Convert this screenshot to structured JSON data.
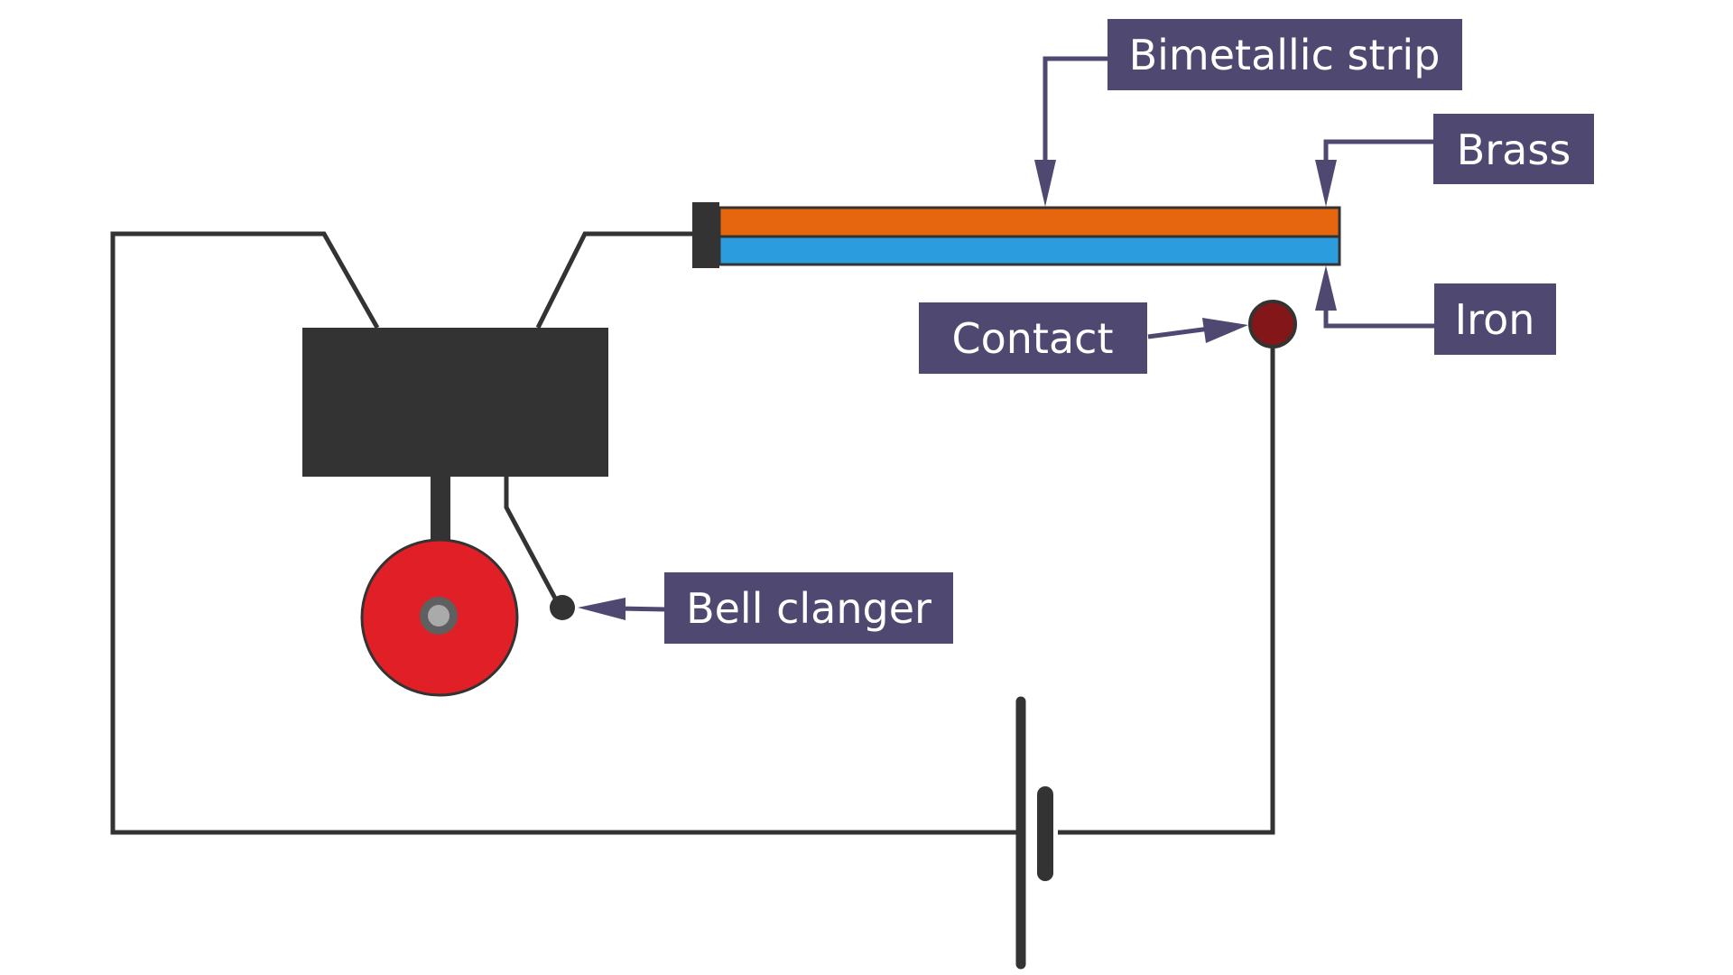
{
  "title": "Bimetallic strip fire alarm circuit",
  "labels": {
    "bimetallic_strip": "Bimetallic strip",
    "brass": "Brass",
    "iron": "Iron",
    "contact": "Contact",
    "bell_clanger": "Bell clanger"
  },
  "colors": {
    "label_bg": "#4f4870",
    "label_text": "#ffffff",
    "brass_layer": "#e5660e",
    "iron_layer": "#2b9cde",
    "wire": "#333333",
    "contact": "#831618",
    "bell": "#e01f26",
    "bell_knob_outer": "#5f5f5f",
    "bell_knob_inner": "#aaaaaa"
  },
  "components": {
    "electromagnet": "electromagnet",
    "bell": "bell",
    "battery": "cell",
    "strip_clamp": "clamp"
  }
}
